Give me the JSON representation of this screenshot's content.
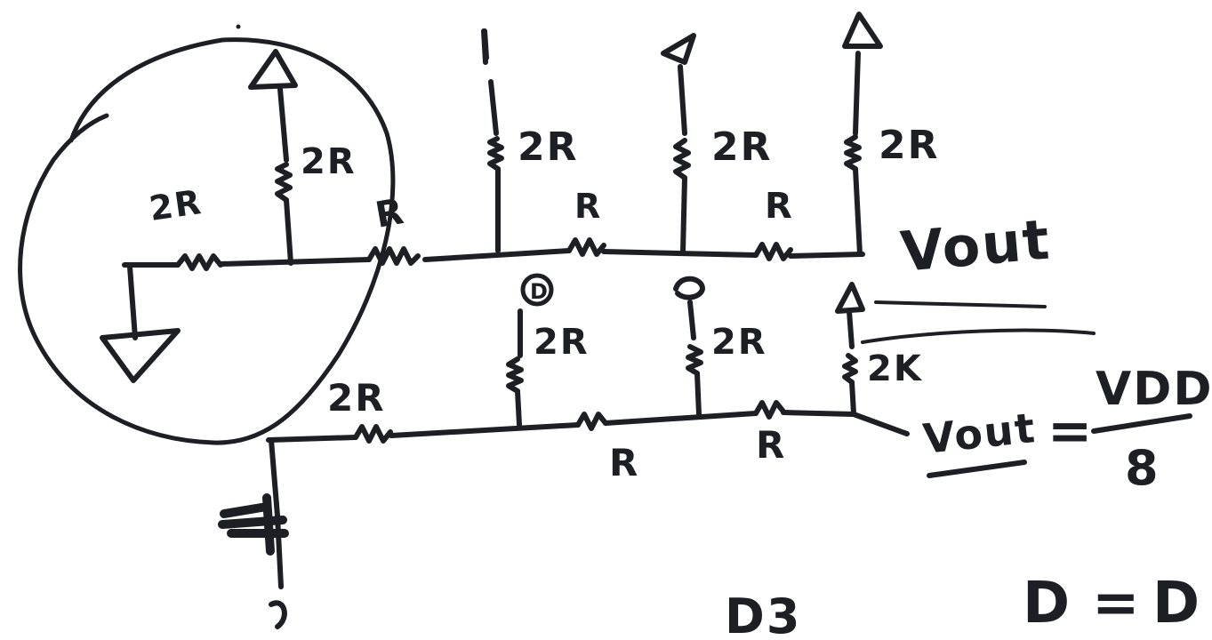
{
  "labels": {
    "top_2r_left": "2R",
    "top_2r_vertical": "2R",
    "top_r_1": "R",
    "top_2r_2": "2R",
    "top_r_2": "R",
    "top_2r_3": "2R",
    "top_r_3": "R",
    "top_2r_4": "2R",
    "vout_top": "Vout",
    "mid_node_d": "D",
    "bottom_2r_1": "2R",
    "bottom_2r_2": "2R",
    "bottom_2r_3": "2K",
    "bottom_2r_left": "2R",
    "bottom_r_1": "R",
    "bottom_r_2": "R",
    "vout_eq_lhs": "Vout",
    "vout_eq_sign": "=",
    "vout_eq_num": "VDD",
    "vout_eq_den": "8",
    "d3_label": "D3",
    "d_eq_lhs": "D",
    "d_eq_sign": "=",
    "d_eq_rhs": "D"
  }
}
